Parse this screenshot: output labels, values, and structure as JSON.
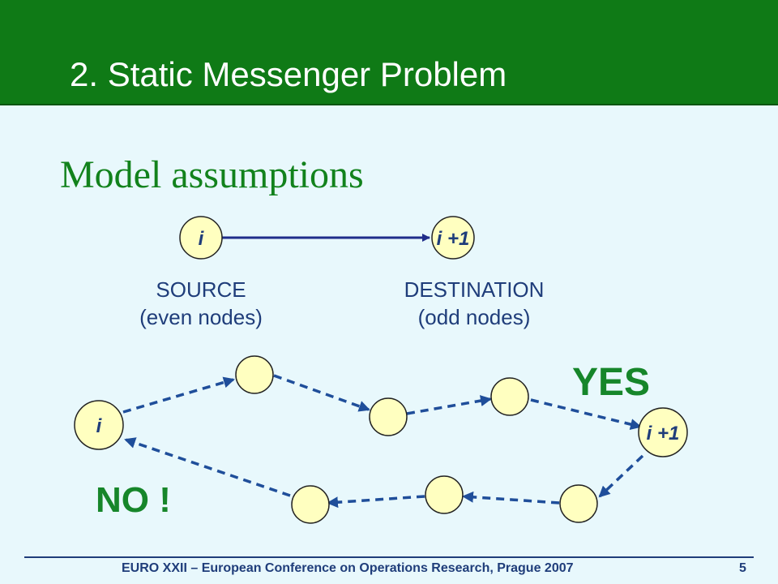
{
  "slide": {
    "title": "2. Static Messenger Problem",
    "subtitle": "Model assumptions",
    "page_number": "5"
  },
  "top_diagram": {
    "source_node": "i",
    "dest_node": "i +1",
    "source_label_line1": "SOURCE",
    "source_label_line2": "(even nodes)",
    "dest_label_line1": "DESTINATION",
    "dest_label_line2": "(odd nodes)"
  },
  "bottom_diagram": {
    "start_node": "i",
    "end_node": "i +1",
    "yes_label": "YES",
    "no_label": "NO !"
  },
  "footer": {
    "text": "EURO XXII – European Conference on Operations Research, Prague 2007"
  },
  "colors": {
    "header_green": "#0f7a16",
    "background": "#e8f8fc",
    "node_fill": "#ffffc0",
    "arrow_blue": "#1f4e9a",
    "label_green": "#16862a"
  }
}
